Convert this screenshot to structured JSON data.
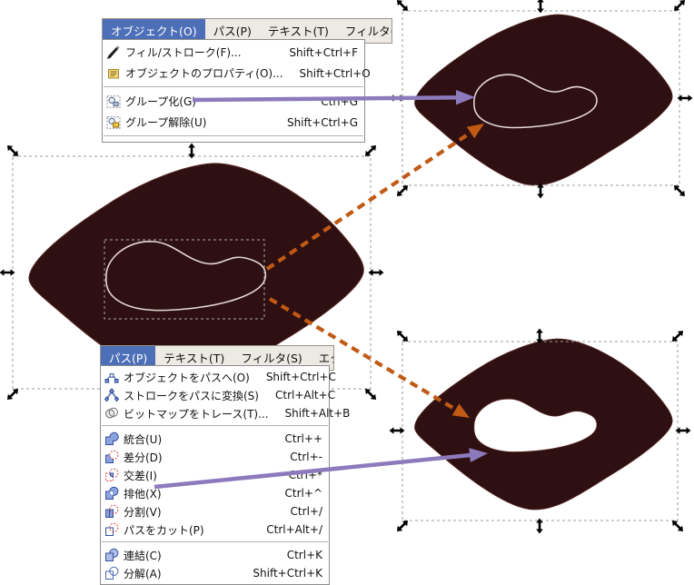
{
  "colors": {
    "shape_fill": "#2e1012",
    "bean_stroke": "#e8d9d6",
    "purple": "#8d7abd",
    "orange": "#c05a14",
    "menu_selected": "#4d6fb8",
    "selection_dash": "#9b9b9b",
    "handle": "#000000"
  },
  "object_menu": {
    "bar": [
      {
        "label": "オブジェクト(O)",
        "selected": true
      },
      {
        "label": "パス(P)",
        "selected": false
      },
      {
        "label": "テキスト(T)",
        "selected": false
      },
      {
        "label": "フィルタ(S)",
        "selected": false
      }
    ],
    "items": [
      {
        "icon": "fill-stroke-icon",
        "label": "フィル/ストローク(F)...",
        "shortcut": "Shift+Ctrl+F"
      },
      {
        "icon": "object-properties-icon",
        "label": "オブジェクトのプロパティ(O)...",
        "shortcut": "Shift+Ctrl+O"
      },
      {
        "icon": "group-icon",
        "label": "グループ化(G)",
        "shortcut": "Ctrl+G"
      },
      {
        "icon": "ungroup-icon",
        "label": "グループ解除(U)",
        "shortcut": "Shift+Ctrl+G"
      }
    ]
  },
  "path_menu": {
    "bar": [
      {
        "label": "パス(P)",
        "selected": true
      },
      {
        "label": "テキスト(T)",
        "selected": false
      },
      {
        "label": "フィルタ(S)",
        "selected": false
      },
      {
        "label": "エクステンショ",
        "selected": false
      }
    ],
    "items": [
      {
        "icon": "object-to-path-icon",
        "label": "オブジェクトをパスへ(O)",
        "shortcut": "Shift+Ctrl+C"
      },
      {
        "icon": "stroke-to-path-icon",
        "label": "ストロークをパスに変換(S)",
        "shortcut": "Ctrl+Alt+C"
      },
      {
        "icon": "trace-bitmap-icon",
        "label": "ビットマップをトレース(T)...",
        "shortcut": "Shift+Alt+B"
      },
      {
        "icon": "union-icon",
        "label": "統合(U)",
        "shortcut": "Ctrl++"
      },
      {
        "icon": "difference-icon",
        "label": "差分(D)",
        "shortcut": "Ctrl+-"
      },
      {
        "icon": "intersection-icon",
        "label": "交差(I)",
        "shortcut": "Ctrl+*"
      },
      {
        "icon": "exclusion-icon",
        "label": "排他(X)",
        "shortcut": "Ctrl+^"
      },
      {
        "icon": "division-icon",
        "label": "分割(V)",
        "shortcut": "Ctrl+/"
      },
      {
        "icon": "cut-path-icon",
        "label": "パスをカット(P)",
        "shortcut": "Ctrl+Alt+/"
      },
      {
        "icon": "combine-icon",
        "label": "連結(C)",
        "shortcut": "Ctrl+K"
      },
      {
        "icon": "break-apart-icon",
        "label": "分解(A)",
        "shortcut": "Shift+Ctrl+K"
      }
    ]
  },
  "canvas": {
    "source_shape": "blob-with-inner-path-selected",
    "group_result": "blob-with-inner-path-grouped",
    "exclusion_result": "blob-with-hole"
  }
}
